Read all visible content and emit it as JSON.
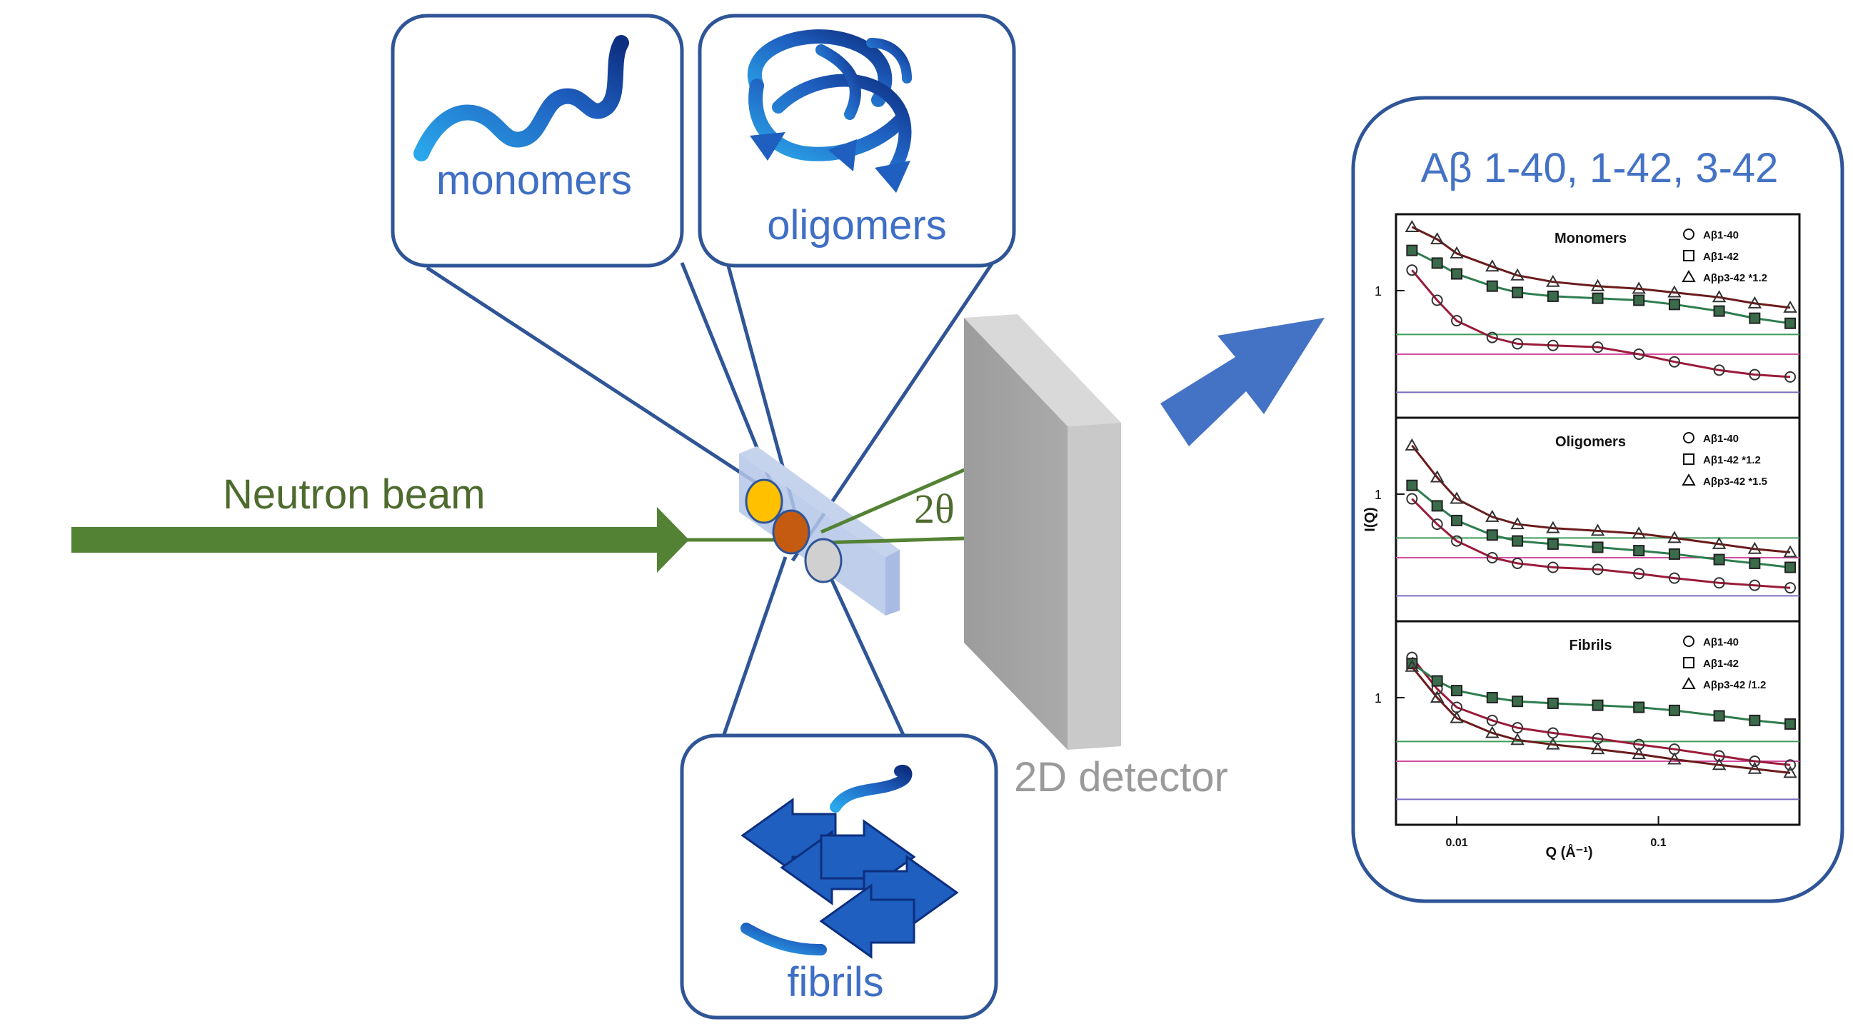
{
  "labels": {
    "monomers": "monomers",
    "oligomers": "oligomers",
    "fibrils": "fibrils",
    "beam": "Neutron beam",
    "angle": "2θ",
    "detector": "2D detector",
    "results_title": "Aβ 1-40, 1-42, 3-42"
  },
  "colors": {
    "box_border": "#2f5597",
    "beam": "#548235",
    "arrow": "#4472c4",
    "sample_yellow": "#ffc000",
    "sample_orange": "#c55a11",
    "sample_gray": "#d0d0d0",
    "detector": "#a6a6a6"
  },
  "icons": [
    "monomer-ribbon-icon",
    "oligomer-ribbon-icon",
    "fibril-sheet-icon"
  ],
  "chart_data": [
    {
      "type": "scatter",
      "title": "Monomers",
      "xlabel": "Q (Å⁻¹)",
      "ylabel": "I(Q)",
      "xscale": "log",
      "yscale": "log",
      "xlim": [
        0.005,
        0.5
      ],
      "xticks": [
        "0.01",
        "0.1"
      ],
      "yticks": [
        "1"
      ],
      "legend": [
        "Aβ1-40",
        "Aβ1-42",
        "Aβp3-42 *1.2"
      ],
      "legend_position": "top-right",
      "series": [
        {
          "name": "Aβ1-40",
          "marker": "circle",
          "x": [
            0.006,
            0.008,
            0.01,
            0.015,
            0.02,
            0.03,
            0.05,
            0.08,
            0.12,
            0.2,
            0.3,
            0.45
          ],
          "y": [
            1.25,
            0.9,
            0.72,
            0.6,
            0.56,
            0.55,
            0.54,
            0.5,
            0.46,
            0.42,
            0.4,
            0.39
          ]
        },
        {
          "name": "Aβ1-42",
          "marker": "square",
          "x": [
            0.006,
            0.008,
            0.01,
            0.015,
            0.02,
            0.03,
            0.05,
            0.08,
            0.12,
            0.2,
            0.3,
            0.45
          ],
          "y": [
            1.55,
            1.35,
            1.2,
            1.05,
            0.98,
            0.94,
            0.92,
            0.9,
            0.86,
            0.8,
            0.74,
            0.7
          ]
        },
        {
          "name": "Aβp3-42 *1.2",
          "marker": "triangle",
          "x": [
            0.006,
            0.008,
            0.01,
            0.015,
            0.02,
            0.03,
            0.05,
            0.08,
            0.12,
            0.2,
            0.3,
            0.45
          ],
          "y": [
            2.0,
            1.75,
            1.5,
            1.3,
            1.18,
            1.1,
            1.05,
            1.02,
            0.98,
            0.93,
            0.87,
            0.83
          ]
        }
      ]
    },
    {
      "type": "scatter",
      "title": "Oligomers",
      "xlabel": "Q (Å⁻¹)",
      "ylabel": "I(Q)",
      "xscale": "log",
      "yscale": "log",
      "xlim": [
        0.005,
        0.5
      ],
      "xticks": [
        "0.01",
        "0.1"
      ],
      "yticks": [
        "1"
      ],
      "legend": [
        "Aβ1-40",
        "Aβ1-42 *1.2",
        "Aβp3-42 *1.5"
      ],
      "legend_position": "top-right",
      "series": [
        {
          "name": "Aβ1-40",
          "marker": "circle",
          "x": [
            0.006,
            0.008,
            0.01,
            0.015,
            0.02,
            0.03,
            0.05,
            0.08,
            0.12,
            0.2,
            0.3,
            0.45
          ],
          "y": [
            0.95,
            0.72,
            0.6,
            0.5,
            0.47,
            0.45,
            0.44,
            0.42,
            0.4,
            0.38,
            0.37,
            0.36
          ]
        },
        {
          "name": "Aβ1-42 *1.2",
          "marker": "square",
          "x": [
            0.006,
            0.008,
            0.01,
            0.015,
            0.02,
            0.03,
            0.05,
            0.08,
            0.12,
            0.2,
            0.3,
            0.45
          ],
          "y": [
            1.1,
            0.88,
            0.75,
            0.64,
            0.6,
            0.58,
            0.56,
            0.54,
            0.52,
            0.49,
            0.47,
            0.45
          ]
        },
        {
          "name": "Aβp3-42 *1.5",
          "marker": "triangle",
          "x": [
            0.006,
            0.008,
            0.01,
            0.015,
            0.02,
            0.03,
            0.05,
            0.08,
            0.12,
            0.2,
            0.3,
            0.45
          ],
          "y": [
            1.7,
            1.2,
            0.95,
            0.78,
            0.72,
            0.69,
            0.67,
            0.65,
            0.62,
            0.58,
            0.55,
            0.53
          ]
        }
      ]
    },
    {
      "type": "scatter",
      "title": "Fibrils",
      "xlabel": "Q (Å⁻¹)",
      "ylabel": "I(Q)",
      "xscale": "log",
      "yscale": "log",
      "xlim": [
        0.005,
        0.5
      ],
      "xticks": [
        "0.01",
        "0.1"
      ],
      "yticks": [
        "1"
      ],
      "legend": [
        "Aβ1-40",
        "Aβ1-42",
        "Aβp3-42 /1.2"
      ],
      "legend_position": "top-right",
      "series": [
        {
          "name": "Aβ1-40",
          "marker": "circle",
          "x": [
            0.006,
            0.008,
            0.01,
            0.015,
            0.02,
            0.03,
            0.05,
            0.08,
            0.12,
            0.2,
            0.3,
            0.45
          ],
          "y": [
            1.55,
            1.1,
            0.9,
            0.78,
            0.72,
            0.68,
            0.64,
            0.6,
            0.57,
            0.53,
            0.5,
            0.48
          ]
        },
        {
          "name": "Aβ1-42",
          "marker": "square",
          "x": [
            0.006,
            0.008,
            0.01,
            0.015,
            0.02,
            0.03,
            0.05,
            0.08,
            0.12,
            0.2,
            0.3,
            0.45
          ],
          "y": [
            1.45,
            1.2,
            1.08,
            1.0,
            0.96,
            0.94,
            0.92,
            0.9,
            0.87,
            0.82,
            0.78,
            0.75
          ]
        },
        {
          "name": "Aβp3-42 /1.2",
          "marker": "triangle",
          "x": [
            0.006,
            0.008,
            0.01,
            0.015,
            0.02,
            0.03,
            0.05,
            0.08,
            0.12,
            0.2,
            0.3,
            0.45
          ],
          "y": [
            1.4,
            1.0,
            0.8,
            0.68,
            0.63,
            0.6,
            0.57,
            0.54,
            0.51,
            0.48,
            0.46,
            0.44
          ]
        }
      ]
    }
  ]
}
